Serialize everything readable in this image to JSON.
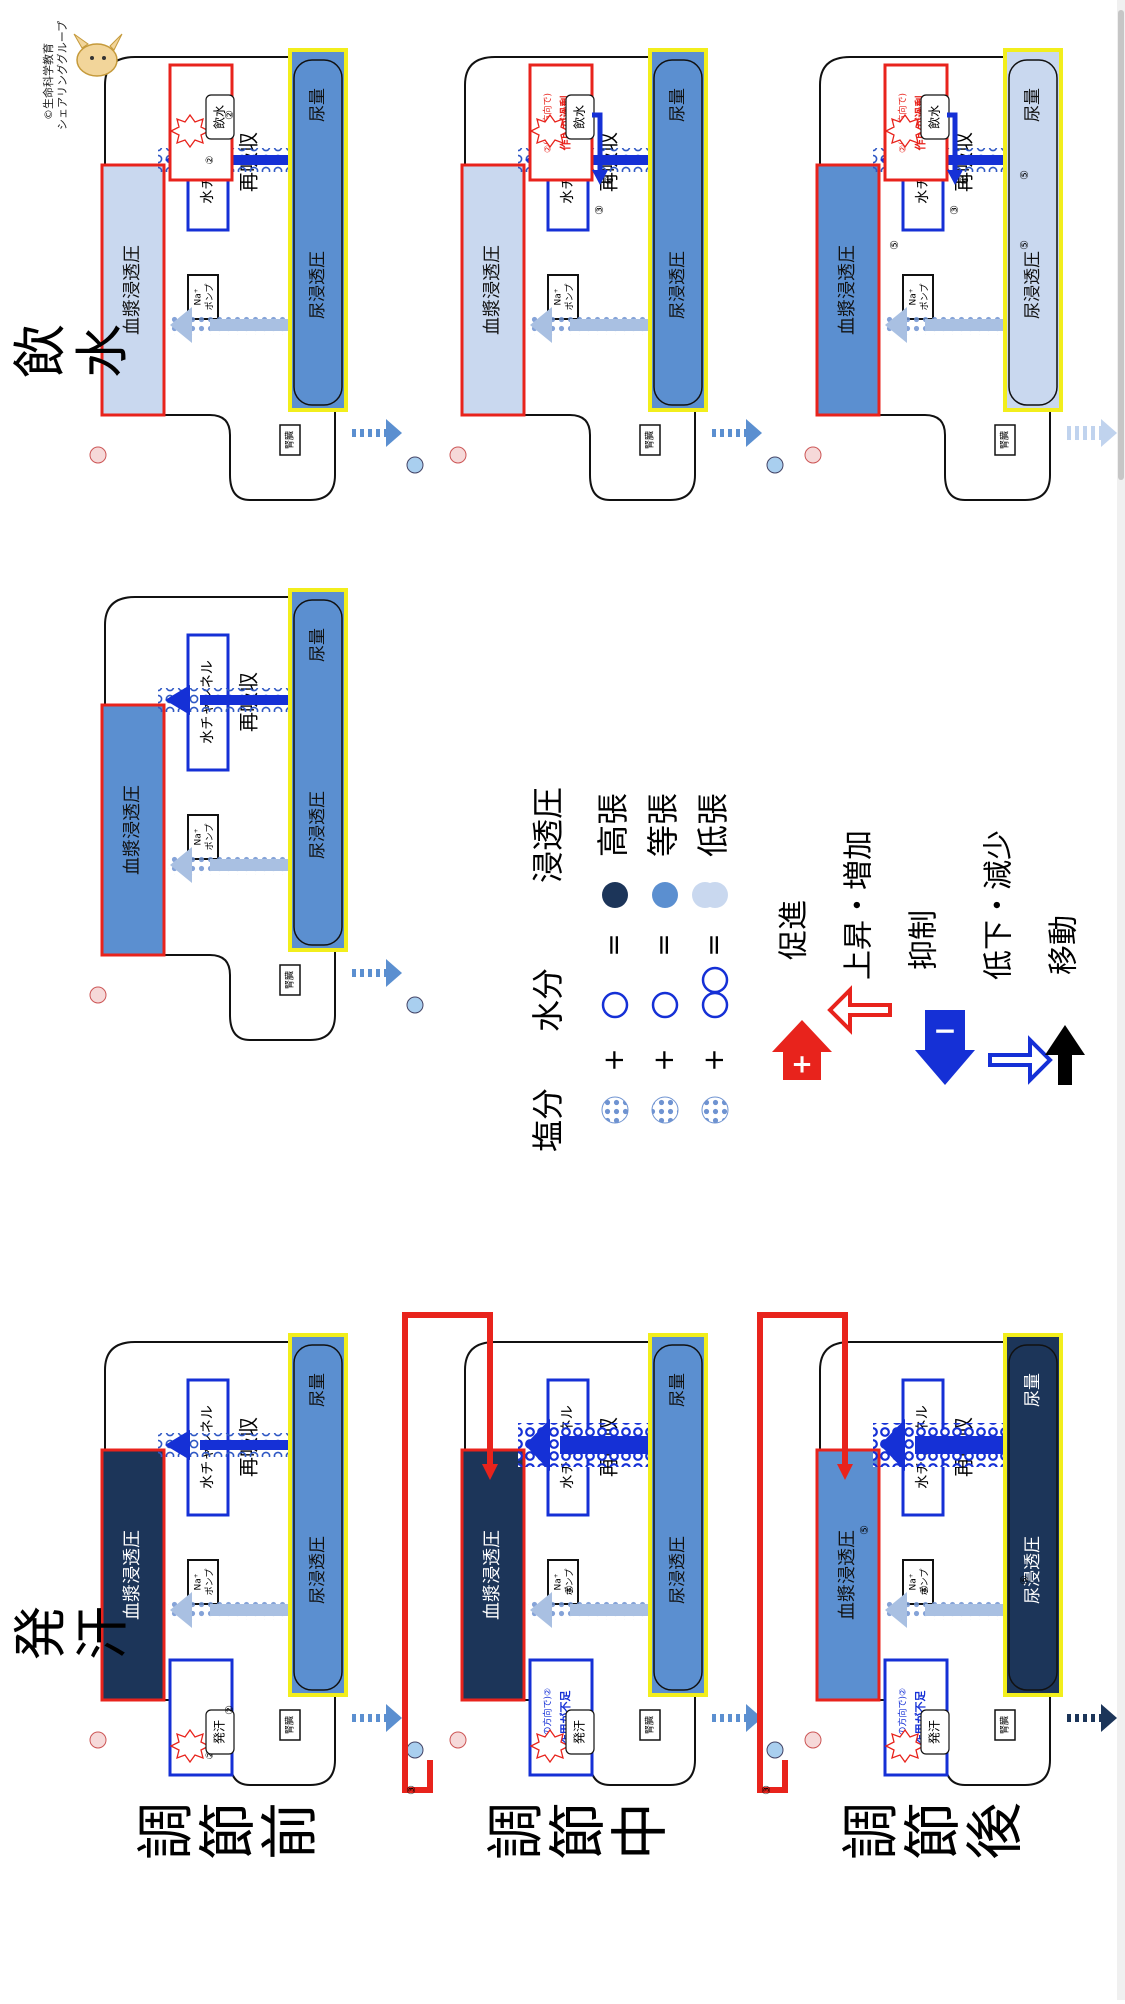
{
  "credit": {
    "line1": "©生命科学教育",
    "line2": "シェアリンググループ"
  },
  "titles": {
    "left": "発汗",
    "right": "飲水"
  },
  "rows": [
    "調節前",
    "調節中",
    "調節後"
  ],
  "labels": {
    "plasma": "血漿浸透圧",
    "urine_osm": "尿浸透圧",
    "urine_vol": "尿量",
    "reabs": "再吸収",
    "water_channel": "水チャンネル",
    "na_pump_1": "Na⁺",
    "na_pump_2": "ポンプ",
    "kidney": "腎臓",
    "sweat": "発汗",
    "drink": "飲水",
    "insufficient_top": "(逆の方向で)②",
    "insufficient": "作用が不足",
    "excess_top": "②(同じ方向で)",
    "excess": "作用が過剰",
    "circ2": "②",
    "circ3": "③",
    "circ4": "④",
    "circ5": "⑤"
  },
  "legend": {
    "h_salt": "塩分",
    "h_water": "水分",
    "h_osm": "浸透圧",
    "high": "高張",
    "iso": "等張",
    "low": "低張",
    "plus": "+",
    "eq": "=",
    "promote": "促進",
    "increase": "上昇・増加",
    "inhibit": "抑制",
    "decrease": "低下・減少",
    "move": "移動"
  },
  "colors": {
    "dark_navy": "#1c3559",
    "mid_blue": "#5b8fd0",
    "light_blue": "#c9d8ef",
    "red": "#e8231c",
    "blue": "#1530d6",
    "yellow": "#f2ee1c"
  }
}
